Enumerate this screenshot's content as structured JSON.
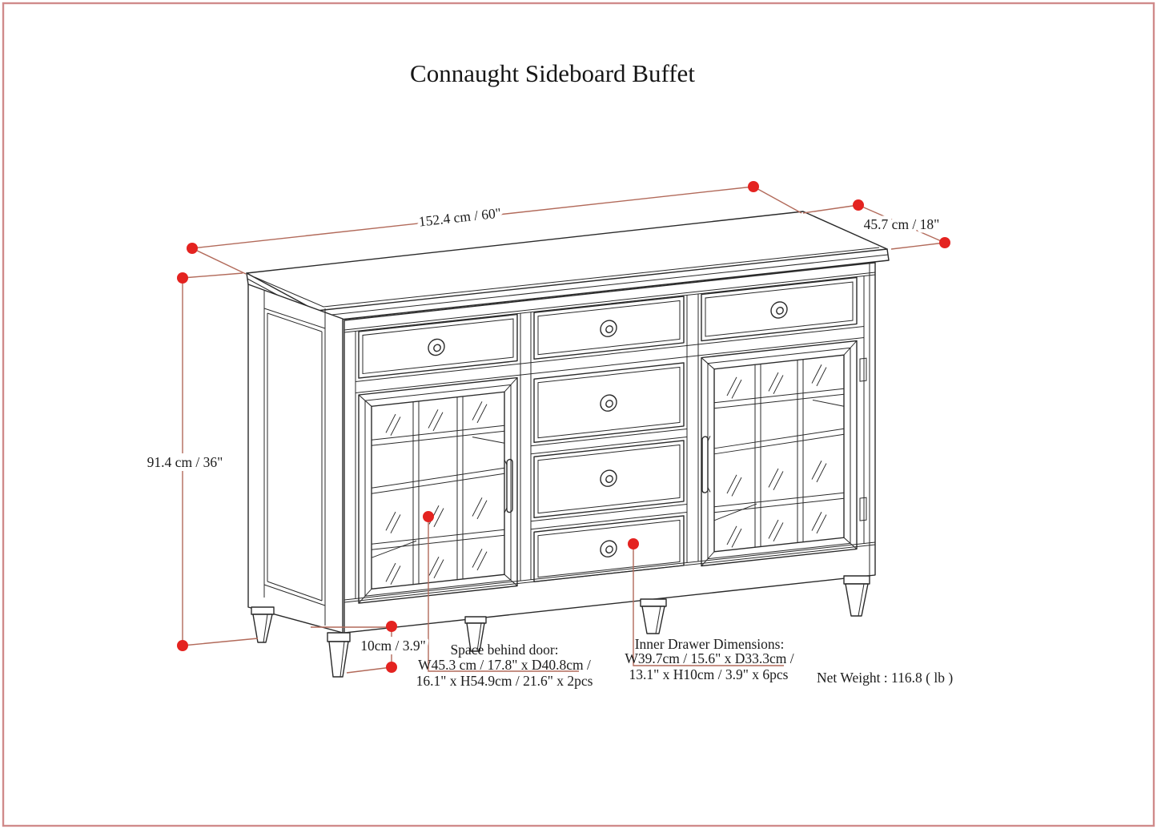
{
  "title": {
    "text": "Connaught Sideboard Buffet"
  },
  "dimensions": {
    "width": "152.4 cm / 60\"",
    "depth": "45.7 cm / 18\"",
    "height": "91.4 cm / 36\"",
    "leg_height": "10cm / 3.9\""
  },
  "annotations": {
    "space_behind_door": {
      "title": "Space behind door:",
      "line2": "W45.3 cm / 17.8\" x D40.8cm /",
      "line3": "16.1\" x H54.9cm / 21.6\" x 2pcs"
    },
    "inner_drawer": {
      "title": "Inner Drawer Dimensions:",
      "line2": "W39.7cm / 15.6\" x D33.3cm /",
      "line3": "13.1\" x H10cm / 3.9\" x 6pcs"
    },
    "net_weight": "Net Weight : 116.8 ( lb )"
  },
  "colors": {
    "dimension_line": "#b26a5a",
    "dimension_dot": "#e42320",
    "dot_rim": "#9b1d15",
    "page_border": "#d08b8b",
    "ink": "#2a2a2a"
  }
}
